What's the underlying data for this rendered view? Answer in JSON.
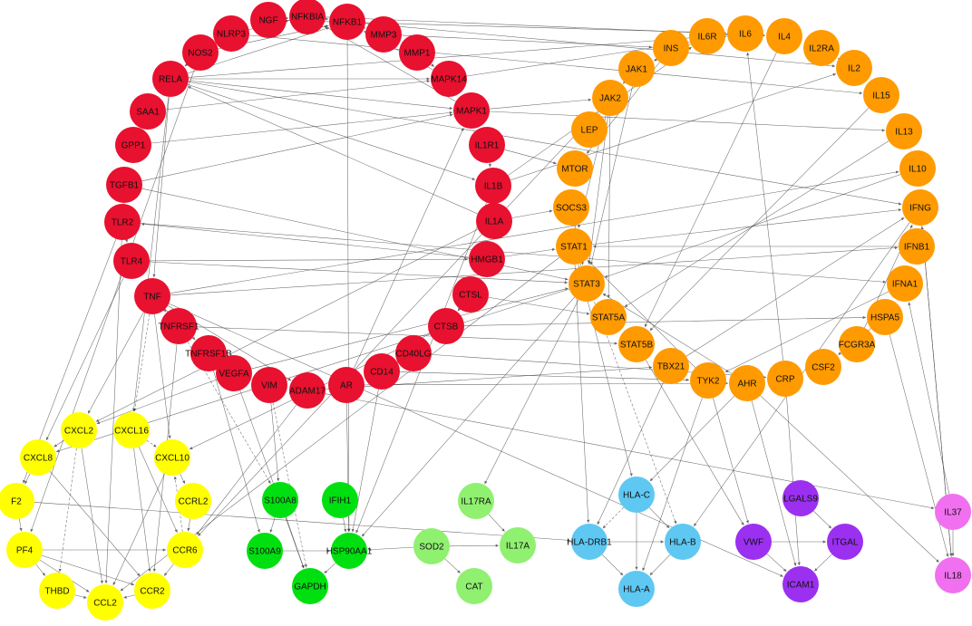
{
  "groups": [
    {
      "id": "red",
      "color": "#e8112f",
      "nodes": [
        "NGF",
        "NFKBIA",
        "NFKB1",
        "NLRP3",
        "MMP3",
        "NOS2",
        "MMP1",
        "RELA",
        "MAPK14",
        "SAA1",
        "MAPK1",
        "GPP1",
        "IL1R1",
        "TGFB1",
        "IL1B",
        "TLR2",
        "IL1A",
        "TLR4",
        "HMGB1",
        "TNF",
        "CTSL",
        "TNFRSF1",
        "CTSB",
        "TNFRSF1B",
        "CD40LG",
        "VEGFA",
        "CD14",
        "VIM",
        "ADAM17",
        "AR"
      ]
    },
    {
      "id": "orange",
      "color": "#ff9a00",
      "nodes": [
        "IL6R",
        "IL6",
        "IL4",
        "IL2RA",
        "INS",
        "IL2",
        "JAK1",
        "IL15",
        "JAK2",
        "IL13",
        "LEP",
        "MTOR",
        "IL10",
        "SOCS3",
        "IFNG",
        "STAT1",
        "IFNB1",
        "STAT3",
        "IFNA1",
        "STAT5A",
        "HSPA5",
        "STAT5B",
        "FCGR3A",
        "TBX21",
        "CSF2",
        "TYK2",
        "AHR",
        "CRP"
      ]
    },
    {
      "id": "yellow",
      "color": "#ffff00",
      "nodes": [
        "CXCL2",
        "CXCL16",
        "CXCL8",
        "CXCL10",
        "F2",
        "CCRL2",
        "PF4",
        "CCR6",
        "THBD",
        "CCR2",
        "CCL2"
      ]
    },
    {
      "id": "green",
      "color": "#00e010",
      "nodes": [
        "S100A8",
        "IFIH1",
        "S100A9",
        "HSP90AA1",
        "GAPDH"
      ]
    },
    {
      "id": "lightgreen",
      "color": "#90f070",
      "nodes": [
        "IL17RA",
        "SOD2",
        "IL17A",
        "CAT"
      ]
    },
    {
      "id": "blue",
      "color": "#5ec8f2",
      "nodes": [
        "HLA-C",
        "HLA-DRB1",
        "HLA-B",
        "HLA-A"
      ]
    },
    {
      "id": "purple",
      "color": "#9b30f0",
      "nodes": [
        "LGALS9",
        "VWF",
        "ITGAL",
        "ICAM1"
      ]
    },
    {
      "id": "pink",
      "color": "#f070f0",
      "nodes": [
        "IL37",
        "IL18"
      ]
    }
  ],
  "edges": [
    [
      "IL17RA",
      "IL17A"
    ],
    [
      "SOD2",
      "IL17A"
    ],
    [
      "SOD2",
      "CAT"
    ],
    [
      "SOD2",
      "HSP90AA1"
    ],
    [
      "S100A8",
      "S100A9"
    ],
    [
      "S100A8",
      "GAPDH"
    ],
    [
      "IFIH1",
      "HSP90AA1"
    ],
    [
      "S100A9",
      "HSP90AA1"
    ],
    [
      "HSP90AA1",
      "GAPDH"
    ],
    [
      "HLA-C",
      "HLA-A"
    ],
    [
      "HLA-C",
      "HLA-B"
    ],
    [
      "HLA-DRB1",
      "HLA-B"
    ],
    [
      "HLA-DRB1",
      "HLA-A"
    ],
    [
      "HLA-B",
      "HLA-A"
    ],
    [
      "LGALS9",
      "ITGAL"
    ],
    [
      "VWF",
      "ITGAL"
    ],
    [
      "VWF",
      "ICAM1"
    ],
    [
      "ITGAL",
      "ICAM1"
    ],
    [
      "IL37",
      "IL18"
    ],
    [
      "CXCL2",
      "CXCL8"
    ],
    [
      "CXCL16",
      "CCR6"
    ],
    [
      "CXCL8",
      "CCR2"
    ],
    [
      "CXCL10",
      "CCRL2"
    ],
    [
      "F2",
      "PF4"
    ],
    [
      "PF4",
      "CCR6"
    ],
    [
      "PF4",
      "THBD"
    ],
    [
      "PF4",
      "CCL2"
    ],
    [
      "CCR6",
      "CCR2"
    ],
    [
      "CCR2",
      "CCL2"
    ],
    [
      "THBD",
      "CCL2"
    ],
    [
      "CXCL8",
      "F2"
    ],
    [
      "CCRL2",
      "CCR6"
    ],
    [
      "CXCL10",
      "CCL2"
    ],
    [
      "CXCL16",
      "CCR2"
    ],
    [
      "CXCL2",
      "CCL2"
    ],
    [
      "F2",
      "HLA-DRB1"
    ],
    [
      "PF4",
      "CCR2"
    ],
    [
      "NGF",
      "NFKBIA"
    ],
    [
      "NFKBIA",
      "NFKB1"
    ],
    [
      "NFKB1",
      "MMP3"
    ],
    [
      "NLRP3",
      "NFKBIA"
    ],
    [
      "NOS2",
      "NFKB1"
    ],
    [
      "RELA",
      "NFKB1"
    ],
    [
      "RELA",
      "MAPK14"
    ],
    [
      "RELA",
      "MAPK1"
    ],
    [
      "RELA",
      "IL1B"
    ],
    [
      "RELA",
      "TNF"
    ],
    [
      "MAPK14",
      "NFKB1"
    ],
    [
      "MAPK1",
      "NFKBIA"
    ],
    [
      "IL1R1",
      "IL1B"
    ],
    [
      "IL1B",
      "IL1A"
    ],
    [
      "TLR2",
      "TLR4"
    ],
    [
      "TLR4",
      "HMGB1"
    ],
    [
      "TNF",
      "TNFRSF1"
    ],
    [
      "TNF",
      "TNFRSF1B"
    ],
    [
      "TNF",
      "ADAM17"
    ],
    [
      "CTSL",
      "CTSB"
    ],
    [
      "CD40LG",
      "CD14"
    ],
    [
      "VEGFA",
      "VIM"
    ],
    [
      "TGFB1",
      "MAPK1"
    ],
    [
      "SAA1",
      "MAPK14"
    ],
    [
      "GPP1",
      "MAPK1"
    ],
    [
      "HMGB1",
      "TLR2"
    ],
    [
      "IL1A",
      "RELA"
    ],
    [
      "MMP1",
      "MAPK14"
    ],
    [
      "NOS2",
      "RELA"
    ],
    [
      "AR",
      "MAPK1"
    ],
    [
      "JAK1",
      "JAK2"
    ],
    [
      "JAK1",
      "STAT3"
    ],
    [
      "JAK2",
      "STAT5A"
    ],
    [
      "JAK2",
      "STAT3"
    ],
    [
      "JAK2",
      "STAT1"
    ],
    [
      "IL6",
      "IL6R"
    ],
    [
      "IL6R",
      "JAK1"
    ],
    [
      "IL2",
      "IL2RA"
    ],
    [
      "IL4",
      "STAT5B"
    ],
    [
      "INS",
      "MTOR"
    ],
    [
      "LEP",
      "JAK2"
    ],
    [
      "SOCS3",
      "STAT3"
    ],
    [
      "STAT1",
      "IFNG"
    ],
    [
      "IFNB1",
      "STAT1"
    ],
    [
      "IFNA1",
      "TYK2"
    ],
    [
      "TYK2",
      "STAT1"
    ],
    [
      "TBX21",
      "IFNG"
    ],
    [
      "AHR",
      "STAT3"
    ],
    [
      "HSPA5",
      "CSF2"
    ],
    [
      "CRP",
      "IL6"
    ],
    [
      "FCGR3A",
      "IFNG"
    ],
    [
      "IL10",
      "STAT3"
    ],
    [
      "IL13",
      "STAT5A"
    ],
    [
      "IL15",
      "STAT5B"
    ],
    [
      "MAPK14",
      "IL6"
    ],
    [
      "RELA",
      "IL6"
    ],
    [
      "NFKB1",
      "IL2"
    ],
    [
      "TNF",
      "IL10"
    ],
    [
      "IL1B",
      "IL6R"
    ],
    [
      "MAPK1",
      "JAK2"
    ],
    [
      "TLR4",
      "STAT3"
    ],
    [
      "HMGB1",
      "STAT1"
    ],
    [
      "IL1A",
      "SOCS3"
    ],
    [
      "CTSL",
      "STAT5A"
    ],
    [
      "VEGFA",
      "STAT3"
    ],
    [
      "TGFB1",
      "STAT3"
    ],
    [
      "IL1R1",
      "MTOR"
    ],
    [
      "NFKBIA",
      "IL4"
    ],
    [
      "MMP3",
      "INS"
    ],
    [
      "TNFRSF1",
      "STAT5B"
    ],
    [
      "CD14",
      "TYK2"
    ],
    [
      "AR",
      "AHR"
    ],
    [
      "ADAM17",
      "TBX21"
    ],
    [
      "NLRP3",
      "IL15"
    ],
    [
      "NGF",
      "IL6"
    ],
    [
      "RELA",
      "IFNG"
    ],
    [
      "TNF",
      "IFNB1"
    ],
    [
      "MAPK1",
      "IL13"
    ],
    [
      "IL1B",
      "IL2"
    ],
    [
      "CTSB",
      "HSPA5"
    ],
    [
      "CD40LG",
      "CRP"
    ],
    [
      "TLR2",
      "IFNA1"
    ],
    [
      "TNF",
      "CXCL2"
    ],
    [
      "TNF",
      "CXCL10"
    ],
    [
      "TLR4",
      "CXCL8"
    ],
    [
      "RELA",
      "CXCL16"
    ],
    [
      "VEGFA",
      "CXCL2"
    ],
    [
      "ADAM17",
      "CCR6"
    ],
    [
      "TNFRSF1",
      "CCR2"
    ],
    [
      "STAT3",
      "HSP90AA1"
    ],
    [
      "STAT1",
      "HLA-C"
    ],
    [
      "STAT1",
      "HLA-DRB1"
    ],
    [
      "STAT3",
      "IL17RA"
    ],
    [
      "IFNG",
      "HLA-B"
    ],
    [
      "TYK2",
      "HLA-A"
    ],
    [
      "TYK2",
      "VWF"
    ],
    [
      "AHR",
      "ICAM1"
    ],
    [
      "IL18",
      "IFNG"
    ],
    [
      "IL37",
      "IFNA1"
    ],
    [
      "TNF",
      "ICAM1"
    ],
    [
      "VIM",
      "S100A8"
    ],
    [
      "AR",
      "HSP90AA1"
    ],
    [
      "IL1B",
      "HSP90AA1"
    ],
    [
      "NFKB1",
      "HSP90AA1"
    ],
    [
      "IFNG",
      "IL18"
    ],
    [
      "HSPA5",
      "IL18"
    ],
    [
      "AHR",
      "IL18"
    ],
    [
      "STAT5B",
      "VWF"
    ],
    [
      "TBX21",
      "HLA-DRB1"
    ],
    [
      "CRP",
      "ICAM1"
    ],
    [
      "CTSB",
      "CXCL10"
    ],
    [
      "TNFRSF1B",
      "S100A9"
    ],
    [
      "VEGFA",
      "GAPDH"
    ],
    [
      "JAK2",
      "CCR6"
    ],
    [
      "STAT1",
      "CCL2"
    ],
    [
      "STAT3",
      "CXCL8"
    ],
    [
      "CD14",
      "HSP90AA1"
    ],
    [
      "IL1A",
      "CXCL2"
    ],
    [
      "TGFB1",
      "CCL2"
    ],
    [
      "TLR2",
      "F2"
    ],
    [
      "NOS2",
      "PF4"
    ],
    [
      "ADAM17",
      "IL37"
    ],
    [
      "AHR",
      "HLA-C"
    ]
  ],
  "dashed_edges": [
    [
      "TNF",
      "CXCL16"
    ],
    [
      "TNFRSF1",
      "S100A8"
    ],
    [
      "VIM",
      "GAPDH"
    ],
    [
      "CCR6",
      "CXCL10"
    ],
    [
      "STAT1",
      "HLA-B"
    ],
    [
      "HLA-C",
      "HLA-DRB1"
    ],
    [
      "CXCL2",
      "THBD"
    ],
    [
      "CXCL16",
      "CXCL10"
    ]
  ]
}
